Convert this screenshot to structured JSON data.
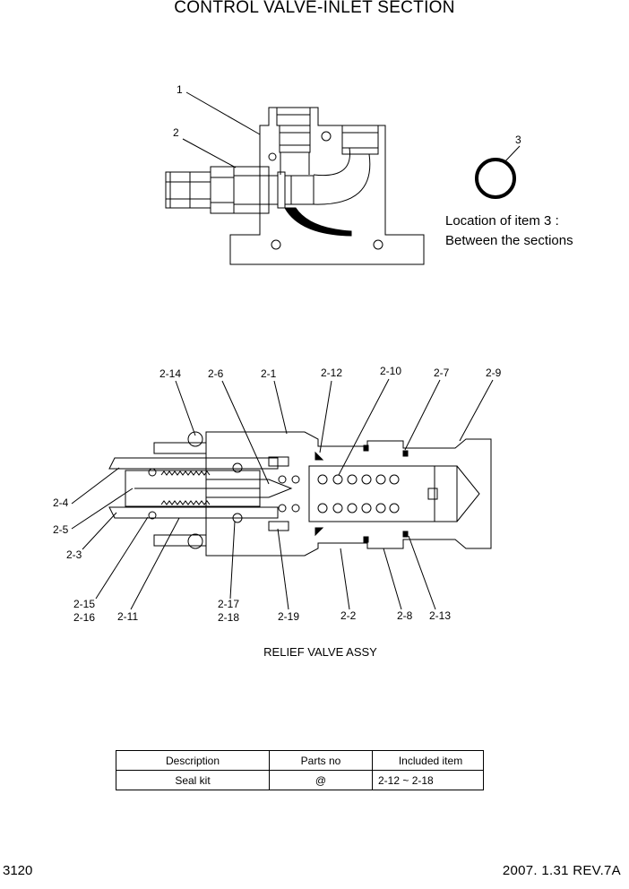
{
  "title": "CONTROL VALVE-INLET SECTION",
  "top_callouts": [
    "1",
    "2",
    "3"
  ],
  "location_note": {
    "line1": "Location of item 3 :",
    "line2": "Between the sections"
  },
  "relief_callouts": {
    "top": [
      "2-14",
      "2-6",
      "2-1",
      "2-12",
      "2-10",
      "2-7",
      "2-9"
    ],
    "left": [
      "2-4",
      "2-5",
      "2-3"
    ],
    "bottom": [
      "2-15",
      "2-16",
      "2-11",
      "2-17",
      "2-18",
      "2-19",
      "2-2",
      "2-8",
      "2-13"
    ]
  },
  "caption": "RELIEF VALVE ASSY",
  "kit_table": {
    "headers": [
      "Description",
      "Parts no",
      "Included item"
    ],
    "rows": [
      [
        "Seal kit",
        "@",
        "2-12 ~ 2-18"
      ]
    ]
  },
  "footer": {
    "page": "3120",
    "revision": "2007. 1.31  REV.7A"
  }
}
